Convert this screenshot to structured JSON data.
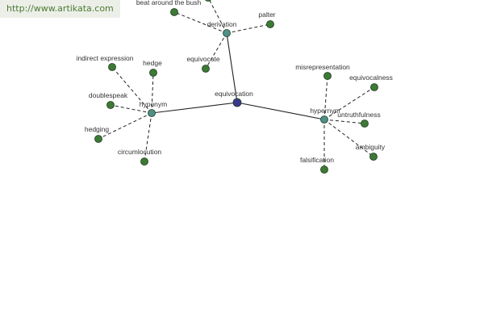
{
  "watermark": {
    "text": "http://www.artikata.com"
  },
  "colors": {
    "root": "#3a3a8c",
    "relation": "#4f8f8a",
    "leaf": "#3d7a35",
    "edge": "#222222",
    "node_stroke": "#1e3a1e"
  },
  "graph": {
    "root": {
      "id": "equivocation",
      "label": "equivocation"
    },
    "relations": [
      {
        "id": "derivation",
        "label": "derivation",
        "leaves": [
          {
            "id": "beat-around-the-bush",
            "label": "beat around the bush"
          },
          {
            "id": "palter",
            "label": "palter"
          },
          {
            "id": "equivocate",
            "label": "equivocate"
          },
          {
            "id": "offscreen-leaf",
            "label": ""
          }
        ]
      },
      {
        "id": "hyponym",
        "label": "hyponym",
        "leaves": [
          {
            "id": "indirect-expression",
            "label": "indirect expression"
          },
          {
            "id": "hedge",
            "label": "hedge"
          },
          {
            "id": "doublespeak",
            "label": "doublespeak"
          },
          {
            "id": "hedging",
            "label": "hedging"
          },
          {
            "id": "circumlocution",
            "label": "circumlocution"
          }
        ]
      },
      {
        "id": "hypernym",
        "label": "hypernym",
        "leaves": [
          {
            "id": "misrepresentation",
            "label": "misrepresentation"
          },
          {
            "id": "equivocalness",
            "label": "equivocalness"
          },
          {
            "id": "untruthfulness",
            "label": "untruthfulness"
          },
          {
            "id": "ambiguity",
            "label": "ambiguity"
          },
          {
            "id": "falsification",
            "label": "falsification"
          }
        ]
      }
    ]
  }
}
